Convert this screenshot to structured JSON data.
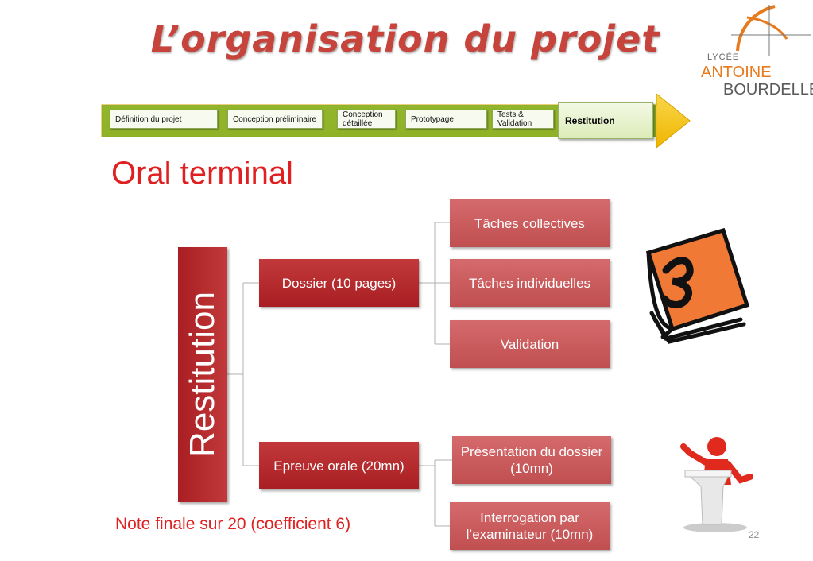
{
  "header": {
    "title": "L’organisation du projet"
  },
  "logo": {
    "line1": "LYCÉE",
    "line2": "ANTOINE",
    "line3": "BOURDELLE"
  },
  "steps": [
    {
      "label": "Définition du projet"
    },
    {
      "label": "Conception préliminaire"
    },
    {
      "label": "Conception détaillée"
    },
    {
      "label": "Prototypage"
    },
    {
      "label": "Tests & Validation"
    },
    {
      "label": "Restitution"
    }
  ],
  "section_title": "Oral terminal",
  "diagram": {
    "root": "Restitution",
    "branches": [
      {
        "label": "Dossier (10 pages)",
        "children": [
          "Tâches collectives",
          "Tâches individuelles",
          "Validation"
        ]
      },
      {
        "label": "Epreuve orale (20mn)",
        "children": [
          "Présentation du dossier (10mn)",
          "Interrogation par l’examinateur (10mn)"
        ]
      }
    ]
  },
  "footer": {
    "note": "Note finale sur 20 (coefficient 6)",
    "page_number": "22"
  },
  "colors": {
    "accent_red": "#e02020",
    "box_dark": "#a81e22",
    "box_light": "#c04f50",
    "arrow_green": "#7fb02b",
    "arrow_yellow": "#f5c400",
    "title": "#c6443b"
  },
  "icons": [
    "book-icon",
    "speaker-figure-icon"
  ]
}
